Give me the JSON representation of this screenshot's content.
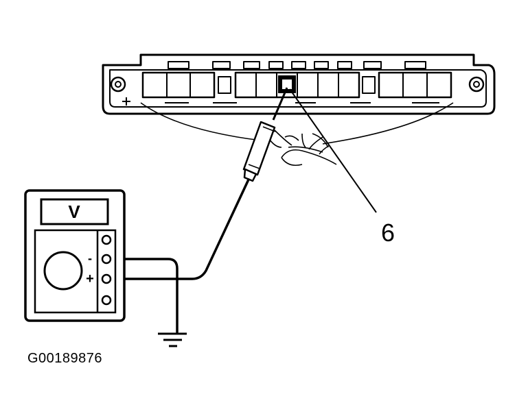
{
  "meter": {
    "display": "V",
    "minus": "-",
    "plus": "+"
  },
  "callout": {
    "pin_number": "6"
  },
  "figure": {
    "id": "G00189876"
  },
  "icons": [
    "voltmeter-icon",
    "ground-symbol-icon",
    "connector-icon",
    "probe-icon"
  ]
}
